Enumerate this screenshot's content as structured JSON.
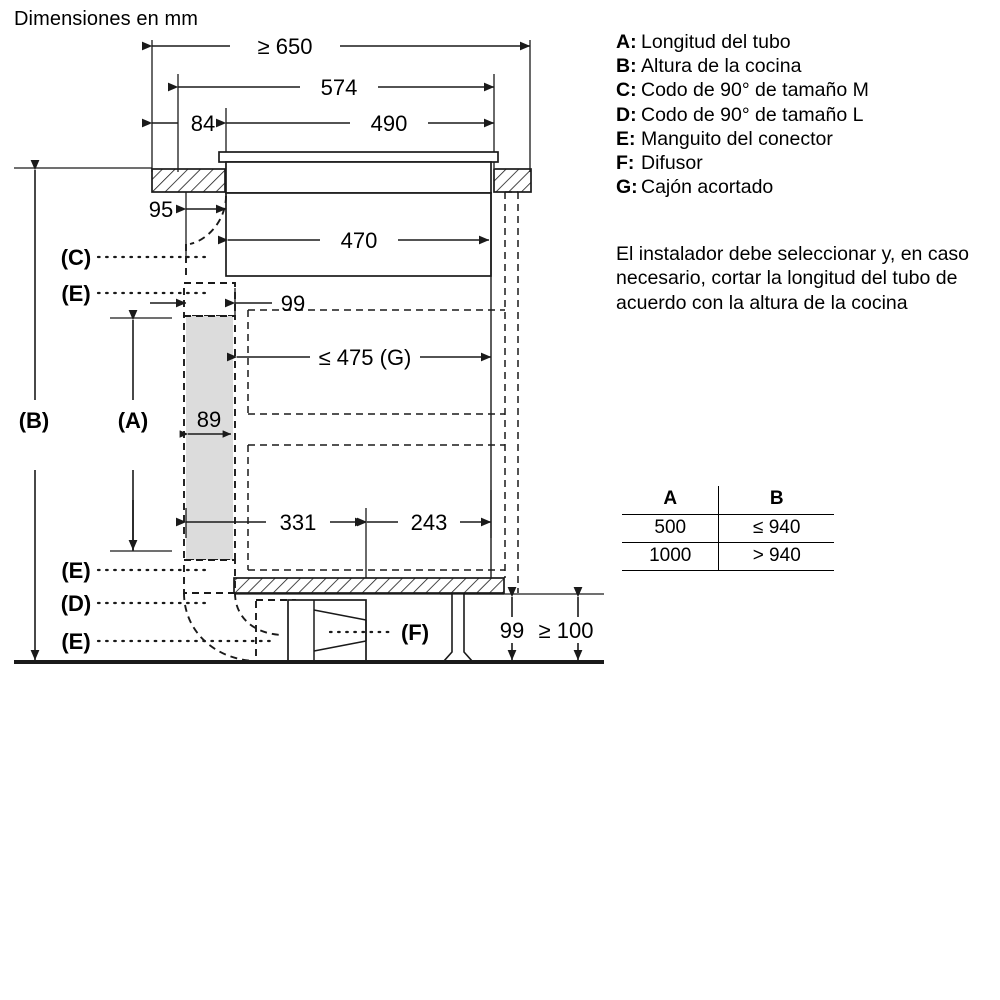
{
  "title": "Dimensiones en mm",
  "legend": {
    "items": [
      {
        "key": "A:",
        "label": "Longitud del tubo"
      },
      {
        "key": "B:",
        "label": "Altura de la cocina"
      },
      {
        "key": "C:",
        "label": "Codo de 90° de tamaño M"
      },
      {
        "key": "D:",
        "label": "Codo de 90° de tamaño L"
      },
      {
        "key": "E:",
        "label": "Manguito del conector"
      },
      {
        "key": "F:",
        "label": "Difusor"
      },
      {
        "key": "G:",
        "label": "Cajón acortado"
      }
    ]
  },
  "note": "El instalador debe seleccionar y, en caso necesario, cortar la longitud del tubo de acuerdo con la altura de la cocina",
  "table": {
    "headers": [
      "A",
      "B"
    ],
    "rows": [
      [
        "500",
        "≤ 940"
      ],
      [
        "1000",
        "> 940"
      ]
    ]
  },
  "dimensions": {
    "width_min_total": "≥ 650",
    "width_cutout_outer": "574",
    "width_left_offset": "84",
    "width_inner": "490",
    "width_pipe_offset": "95",
    "depth_hob_body": "470",
    "offset_99_top": "99",
    "drawer_width": "≤ 475 (G)",
    "pipe_width": "89",
    "split_left": "331",
    "split_right": "243",
    "clearance_99": "99",
    "clearance_min_100": "≥ 100"
  },
  "callouts": {
    "b": "(B)",
    "a": "(A)",
    "c": "(C)",
    "e1": "(E)",
    "e2": "(E)",
    "d": "(D)",
    "e3": "(E)",
    "f": "(F)",
    "g_inline": "(G)"
  },
  "colors": {
    "line": "#1a1a1a",
    "pipe_fill": "#dcdcdc",
    "dashed": "#1a1a1a",
    "text": "#000000"
  }
}
